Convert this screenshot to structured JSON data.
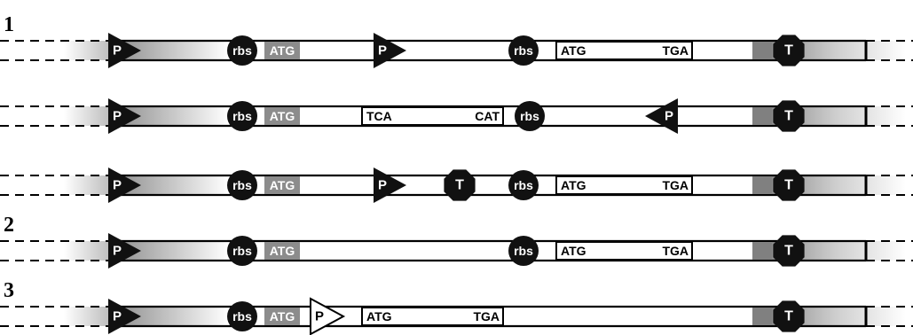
{
  "figure": {
    "rows": [
      {
        "number": "1",
        "elements": [
          {
            "type": "promoter",
            "label": "P"
          },
          {
            "type": "rbs",
            "label": "rbs"
          },
          {
            "type": "start-codon",
            "label": "ATG"
          },
          {
            "type": "promoter",
            "label": "P"
          },
          {
            "type": "rbs",
            "label": "rbs"
          },
          {
            "type": "gene",
            "start": "ATG",
            "stop": "TGA"
          },
          {
            "type": "terminator",
            "label": "T"
          }
        ]
      },
      {
        "number": "",
        "elements": [
          {
            "type": "promoter",
            "label": "P"
          },
          {
            "type": "rbs",
            "label": "rbs"
          },
          {
            "type": "start-codon",
            "label": "ATG"
          },
          {
            "type": "gene-reverse",
            "left": "TCA",
            "right": "CAT"
          },
          {
            "type": "rbs",
            "label": "rbs"
          },
          {
            "type": "promoter-reverse",
            "label": "P"
          },
          {
            "type": "terminator",
            "label": "T"
          }
        ]
      },
      {
        "number": "",
        "elements": [
          {
            "type": "promoter",
            "label": "P"
          },
          {
            "type": "rbs",
            "label": "rbs"
          },
          {
            "type": "start-codon",
            "label": "ATG"
          },
          {
            "type": "promoter",
            "label": "P"
          },
          {
            "type": "terminator",
            "label": "T"
          },
          {
            "type": "rbs",
            "label": "rbs"
          },
          {
            "type": "gene",
            "start": "ATG",
            "stop": "TGA"
          },
          {
            "type": "terminator",
            "label": "T"
          }
        ]
      },
      {
        "number": "2",
        "elements": [
          {
            "type": "promoter",
            "label": "P"
          },
          {
            "type": "rbs",
            "label": "rbs"
          },
          {
            "type": "start-codon",
            "label": "ATG"
          },
          {
            "type": "rbs",
            "label": "rbs"
          },
          {
            "type": "gene",
            "start": "ATG",
            "stop": "TGA"
          },
          {
            "type": "terminator",
            "label": "T"
          }
        ]
      },
      {
        "number": "3",
        "elements": [
          {
            "type": "promoter",
            "label": "P"
          },
          {
            "type": "rbs",
            "label": "rbs"
          },
          {
            "type": "start-codon",
            "label": "ATG"
          },
          {
            "type": "promoter-hollow",
            "label": "P"
          },
          {
            "type": "gene",
            "start": "ATG",
            "stop": "TGA"
          },
          {
            "type": "terminator",
            "label": "T"
          }
        ]
      }
    ]
  }
}
